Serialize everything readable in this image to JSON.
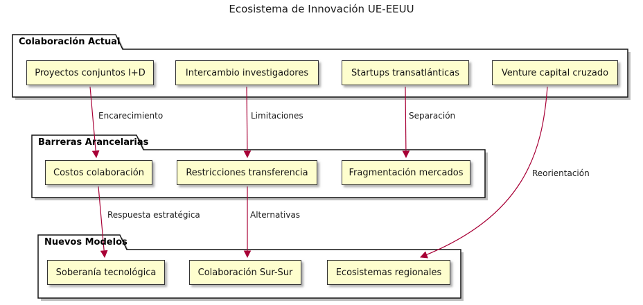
{
  "title": "Ecosistema de Innovación UE-EEUU",
  "diagram_type": "flow-diagram",
  "colors": {
    "node_fill": "#FEFECE",
    "node_border": "#343434",
    "package_border": "#141414",
    "package_fill": "#FFFFFF",
    "arrow": "#A80036",
    "shadow": "#A8A8A8",
    "text": "#1A1A1A",
    "background": "#FFFFFF"
  },
  "groups": [
    {
      "label": "Colaboración Actual",
      "nodes": [
        {
          "label": "Proyectos conjuntos I+D"
        },
        {
          "label": "Intercambio investigadores"
        },
        {
          "label": "Startups transatlánticas"
        },
        {
          "label": "Venture capital cruzado"
        }
      ]
    },
    {
      "label": "Barreras Arancelarias",
      "nodes": [
        {
          "label": "Costos colaboración"
        },
        {
          "label": "Restricciones transferencia"
        },
        {
          "label": "Fragmentación mercados"
        }
      ]
    },
    {
      "label": "Nuevos Modelos",
      "nodes": [
        {
          "label": "Soberanía tecnológica"
        },
        {
          "label": "Colaboración Sur-Sur"
        },
        {
          "label": "Ecosistemas regionales"
        }
      ]
    }
  ],
  "edges": [
    {
      "from": "Proyectos conjuntos I+D",
      "to": "Costos colaboración",
      "label": "Encarecimiento"
    },
    {
      "from": "Intercambio investigadores",
      "to": "Restricciones transferencia",
      "label": "Limitaciones"
    },
    {
      "from": "Startups transatlánticas",
      "to": "Fragmentación mercados",
      "label": "Separación"
    },
    {
      "from": "Venture capital cruzado",
      "to": "Ecosistemas regionales",
      "label": "Reorientación"
    },
    {
      "from": "Costos colaboración",
      "to": "Soberanía tecnológica",
      "label": "Respuesta estratégica"
    },
    {
      "from": "Restricciones transferencia",
      "to": "Colaboración Sur-Sur",
      "label": "Alternativas"
    }
  ]
}
